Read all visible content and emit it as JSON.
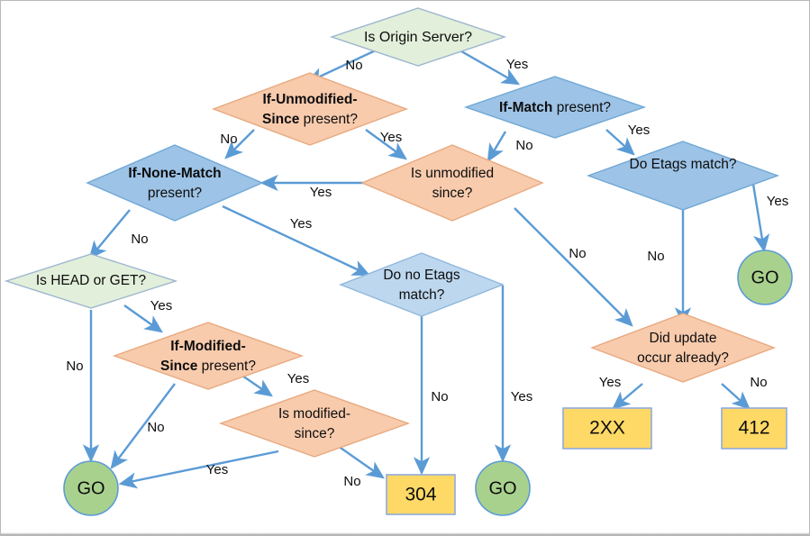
{
  "diagram": {
    "title": "HTTP Conditional Request Precedence Flowchart",
    "colors": {
      "green_fill": "#E2EFDA",
      "green_stroke": "#9CB6CE",
      "blue_fill": "#9DC3E6",
      "blue_stroke": "#6FA8D6",
      "orange_fill": "#F8CBAD",
      "orange_stroke": "#E8A97E",
      "lightblue_fill": "#BDD7EE",
      "go_fill": "#A9D18E",
      "go_stroke": "#5B9BD5",
      "yellow_fill": "#FFD966",
      "yellow_stroke": "#8FAADC",
      "arrow": "#5B9BD5",
      "text": "#0D0D0D",
      "page_border": "#B9B9B9"
    },
    "nodes": [
      {
        "id": "origin",
        "shape": "diamond",
        "style": "green",
        "lines": [
          {
            "text": "Is Origin Server?",
            "bold": false
          }
        ]
      },
      {
        "id": "if_unmodified",
        "shape": "diamond",
        "style": "orange",
        "lines": [
          {
            "text": "If-Unmodified-",
            "bold": true
          },
          {
            "text": "Since present?",
            "bold": "mixed"
          }
        ]
      },
      {
        "id": "if_match",
        "shape": "diamond",
        "style": "blue",
        "lines": [
          {
            "text": "If-Match present?",
            "bold": "mixed"
          }
        ]
      },
      {
        "id": "if_none_match",
        "shape": "diamond",
        "style": "blue",
        "lines": [
          {
            "text": "If-None-Match",
            "bold": true
          },
          {
            "text": "present?",
            "bold": false
          }
        ]
      },
      {
        "id": "is_unmodified",
        "shape": "diamond",
        "style": "orange",
        "lines": [
          {
            "text": "Is unmodified",
            "bold": false
          },
          {
            "text": "since?",
            "bold": false
          }
        ]
      },
      {
        "id": "do_etags",
        "shape": "diamond",
        "style": "blue",
        "lines": [
          {
            "text": "Do Etags match?",
            "bold": false
          }
        ]
      },
      {
        "id": "is_head_get",
        "shape": "diamond",
        "style": "green",
        "lines": [
          {
            "text": "Is HEAD or GET?",
            "bold": false
          }
        ]
      },
      {
        "id": "if_modified",
        "shape": "diamond",
        "style": "orange",
        "lines": [
          {
            "text": "If-Modified-",
            "bold": true
          },
          {
            "text": "Since present?",
            "bold": "mixed"
          }
        ]
      },
      {
        "id": "is_modified",
        "shape": "diamond",
        "style": "orange",
        "lines": [
          {
            "text": "Is modified-",
            "bold": false
          },
          {
            "text": "since?",
            "bold": false
          }
        ]
      },
      {
        "id": "do_no_etags",
        "shape": "diamond",
        "style": "lightblue",
        "lines": [
          {
            "text": "Do no Etags",
            "bold": false
          },
          {
            "text": "match?",
            "bold": false
          }
        ]
      },
      {
        "id": "did_update",
        "shape": "diamond",
        "style": "orange",
        "lines": [
          {
            "text": "Did update",
            "bold": false
          },
          {
            "text": "occur already?",
            "bold": false
          }
        ]
      },
      {
        "id": "go_right",
        "shape": "circle",
        "style": "go",
        "lines": [
          {
            "text": "GO",
            "bold": false
          }
        ]
      },
      {
        "id": "go_left",
        "shape": "circle",
        "style": "go",
        "lines": [
          {
            "text": "GO",
            "bold": false
          }
        ]
      },
      {
        "id": "go_mid",
        "shape": "circle",
        "style": "go",
        "lines": [
          {
            "text": "GO",
            "bold": false
          }
        ]
      },
      {
        "id": "box_304",
        "shape": "rect",
        "style": "yellow",
        "lines": [
          {
            "text": "304",
            "bold": false
          }
        ]
      },
      {
        "id": "box_2xx",
        "shape": "rect",
        "style": "yellow",
        "lines": [
          {
            "text": "2XX",
            "bold": false
          }
        ]
      },
      {
        "id": "box_412",
        "shape": "rect",
        "style": "yellow",
        "lines": [
          {
            "text": "412",
            "bold": false
          }
        ]
      }
    ],
    "edges": [
      {
        "from": "origin",
        "to": "if_unmodified",
        "label": "No"
      },
      {
        "from": "origin",
        "to": "if_match",
        "label": "Yes"
      },
      {
        "from": "if_unmodified",
        "to": "if_none_match",
        "label": "No"
      },
      {
        "from": "if_unmodified",
        "to": "is_unmodified",
        "label": "Yes"
      },
      {
        "from": "if_match",
        "to": "is_unmodified",
        "label": "No"
      },
      {
        "from": "if_match",
        "to": "do_etags",
        "label": "Yes"
      },
      {
        "from": "is_unmodified",
        "to": "if_none_match",
        "label": "Yes"
      },
      {
        "from": "is_unmodified",
        "to": "did_update",
        "label": "No"
      },
      {
        "from": "do_etags",
        "to": "go_right",
        "label": "Yes"
      },
      {
        "from": "do_etags",
        "to": "did_update",
        "label": "No"
      },
      {
        "from": "if_none_match",
        "to": "is_head_get",
        "label": "No"
      },
      {
        "from": "if_none_match",
        "to": "do_no_etags",
        "label": "Yes"
      },
      {
        "from": "is_head_get",
        "to": "go_left",
        "label": "No"
      },
      {
        "from": "is_head_get",
        "to": "if_modified",
        "label": "Yes"
      },
      {
        "from": "if_modified",
        "to": "go_left",
        "label": "No"
      },
      {
        "from": "if_modified",
        "to": "is_modified",
        "label": "Yes"
      },
      {
        "from": "is_modified",
        "to": "go_left",
        "label": "Yes"
      },
      {
        "from": "is_modified",
        "to": "box_304",
        "label": "No"
      },
      {
        "from": "do_no_etags",
        "to": "box_304",
        "label": "No"
      },
      {
        "from": "do_no_etags",
        "to": "go_mid",
        "label": "Yes"
      },
      {
        "from": "did_update",
        "to": "box_2xx",
        "label": "Yes"
      },
      {
        "from": "did_update",
        "to": "box_412",
        "label": "No"
      }
    ],
    "edge_labels": {
      "origin_no": "No",
      "origin_yes": "Yes",
      "if_unmodified_no": "No",
      "if_unmodified_yes": "Yes",
      "if_match_no": "No",
      "if_match_yes": "Yes",
      "is_unmodified_yes": "Yes",
      "is_unmodified_no": "No",
      "do_etags_yes": "Yes",
      "do_etags_no": "No",
      "if_none_match_no": "No",
      "if_none_match_yes": "Yes",
      "is_head_get_no": "No",
      "is_head_get_yes": "Yes",
      "if_modified_no": "No",
      "if_modified_yes": "Yes",
      "is_modified_yes": "Yes",
      "is_modified_no": "No",
      "do_no_etags_no": "No",
      "do_no_etags_yes": "Yes",
      "did_update_yes": "Yes",
      "did_update_no": "No"
    },
    "labels": {
      "origin_l1": "Is Origin Server?",
      "if_unmodified_l1": "If-Unmodified-",
      "if_unmodified_l2a": "Since",
      "if_unmodified_l2b": " present?",
      "if_match_l1a": "If-Match",
      "if_match_l1b": " present?",
      "if_none_match_l1": "If-None-Match",
      "if_none_match_l2": "present?",
      "is_unmodified_l1": "Is unmodified",
      "is_unmodified_l2": "since?",
      "do_etags_l1": "Do Etags match?",
      "is_head_get_l1": "Is HEAD or GET?",
      "if_modified_l1": "If-Modified-",
      "if_modified_l2a": "Since",
      "if_modified_l2b": " present?",
      "is_modified_l1": "Is modified-",
      "is_modified_l2": "since?",
      "do_no_etags_l1": "Do no Etags",
      "do_no_etags_l2": "match?",
      "did_update_l1": "Did update",
      "did_update_l2": "occur already?",
      "go_right": "GO",
      "go_left": "GO",
      "go_mid": "GO",
      "box_304": "304",
      "box_2xx": "2XX",
      "box_412": "412"
    }
  }
}
